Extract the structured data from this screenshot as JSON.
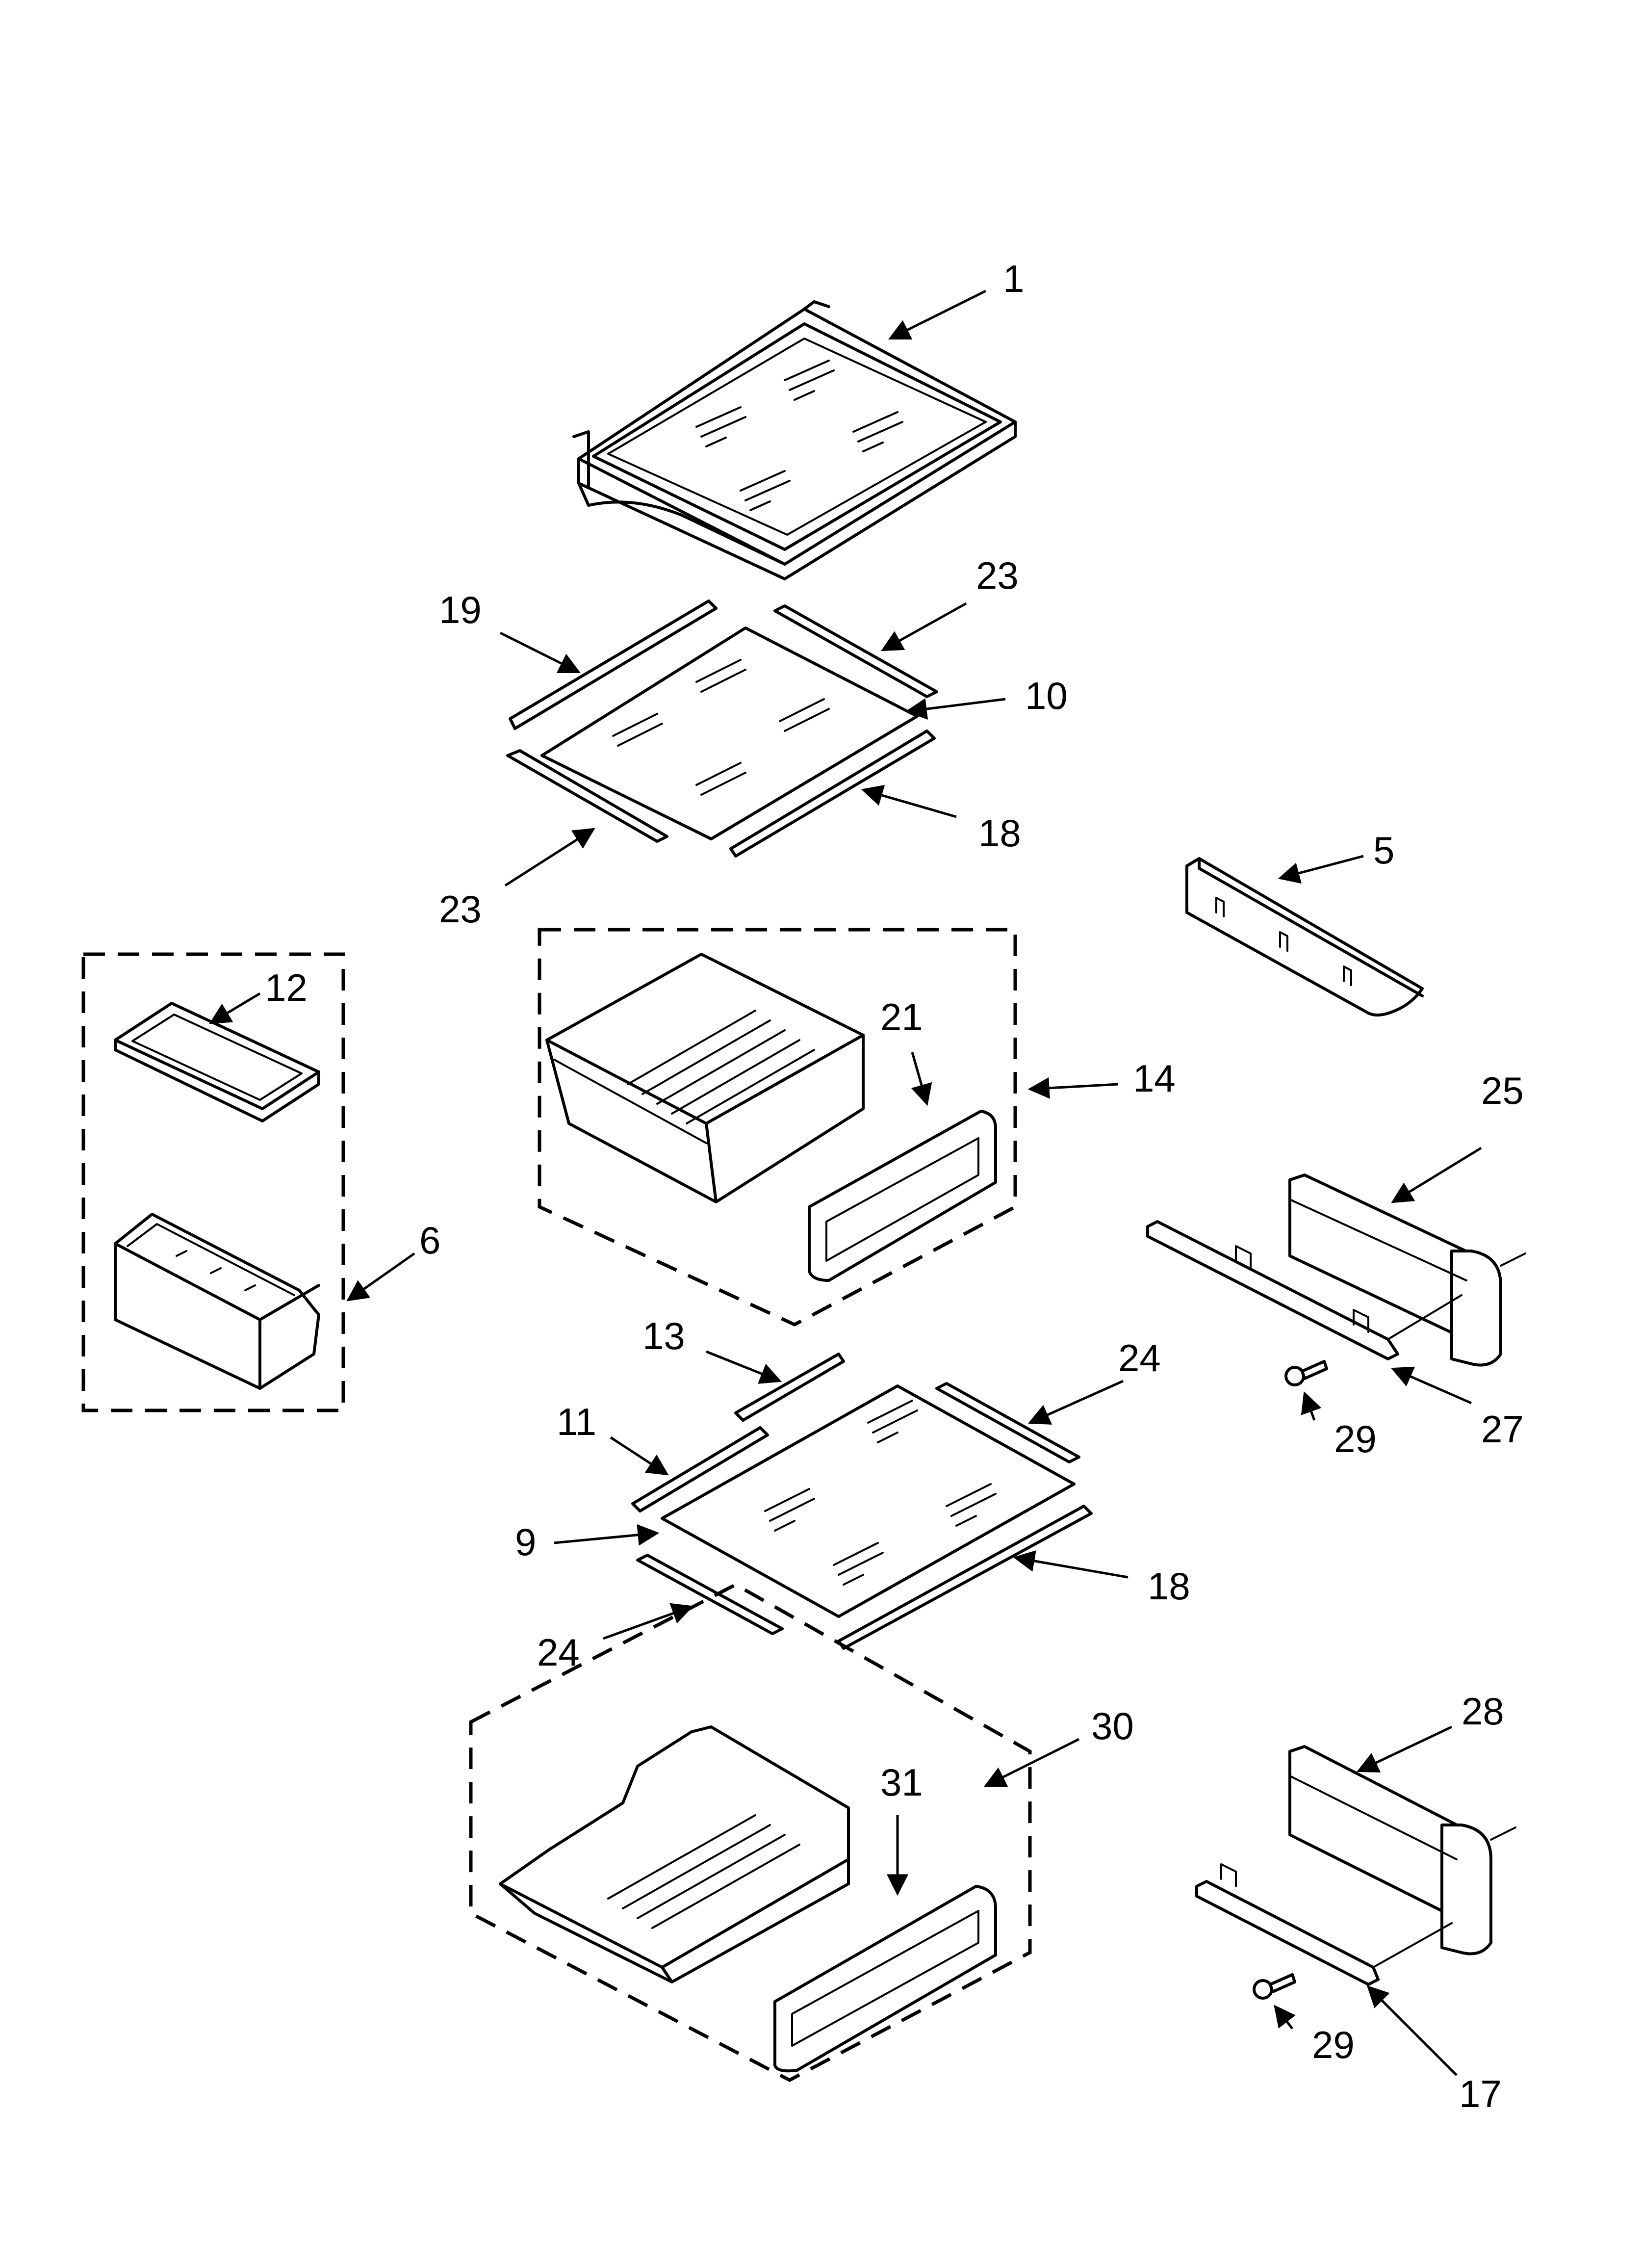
{
  "callouts": [
    {
      "id": "1",
      "label": "1"
    },
    {
      "id": "19",
      "label": "19"
    },
    {
      "id": "23a",
      "label": "23"
    },
    {
      "id": "10",
      "label": "10"
    },
    {
      "id": "18a",
      "label": "18"
    },
    {
      "id": "23b",
      "label": "23"
    },
    {
      "id": "5",
      "label": "5"
    },
    {
      "id": "12",
      "label": "12"
    },
    {
      "id": "21",
      "label": "21"
    },
    {
      "id": "14",
      "label": "14"
    },
    {
      "id": "25",
      "label": "25"
    },
    {
      "id": "6",
      "label": "6"
    },
    {
      "id": "13",
      "label": "13"
    },
    {
      "id": "24a",
      "label": "24"
    },
    {
      "id": "11",
      "label": "11"
    },
    {
      "id": "29a",
      "label": "29"
    },
    {
      "id": "27",
      "label": "27"
    },
    {
      "id": "9",
      "label": "9"
    },
    {
      "id": "18b",
      "label": "18"
    },
    {
      "id": "24b",
      "label": "24"
    },
    {
      "id": "30",
      "label": "30"
    },
    {
      "id": "28",
      "label": "28"
    },
    {
      "id": "31",
      "label": "31"
    },
    {
      "id": "29b",
      "label": "29"
    },
    {
      "id": "17",
      "label": "17"
    }
  ]
}
